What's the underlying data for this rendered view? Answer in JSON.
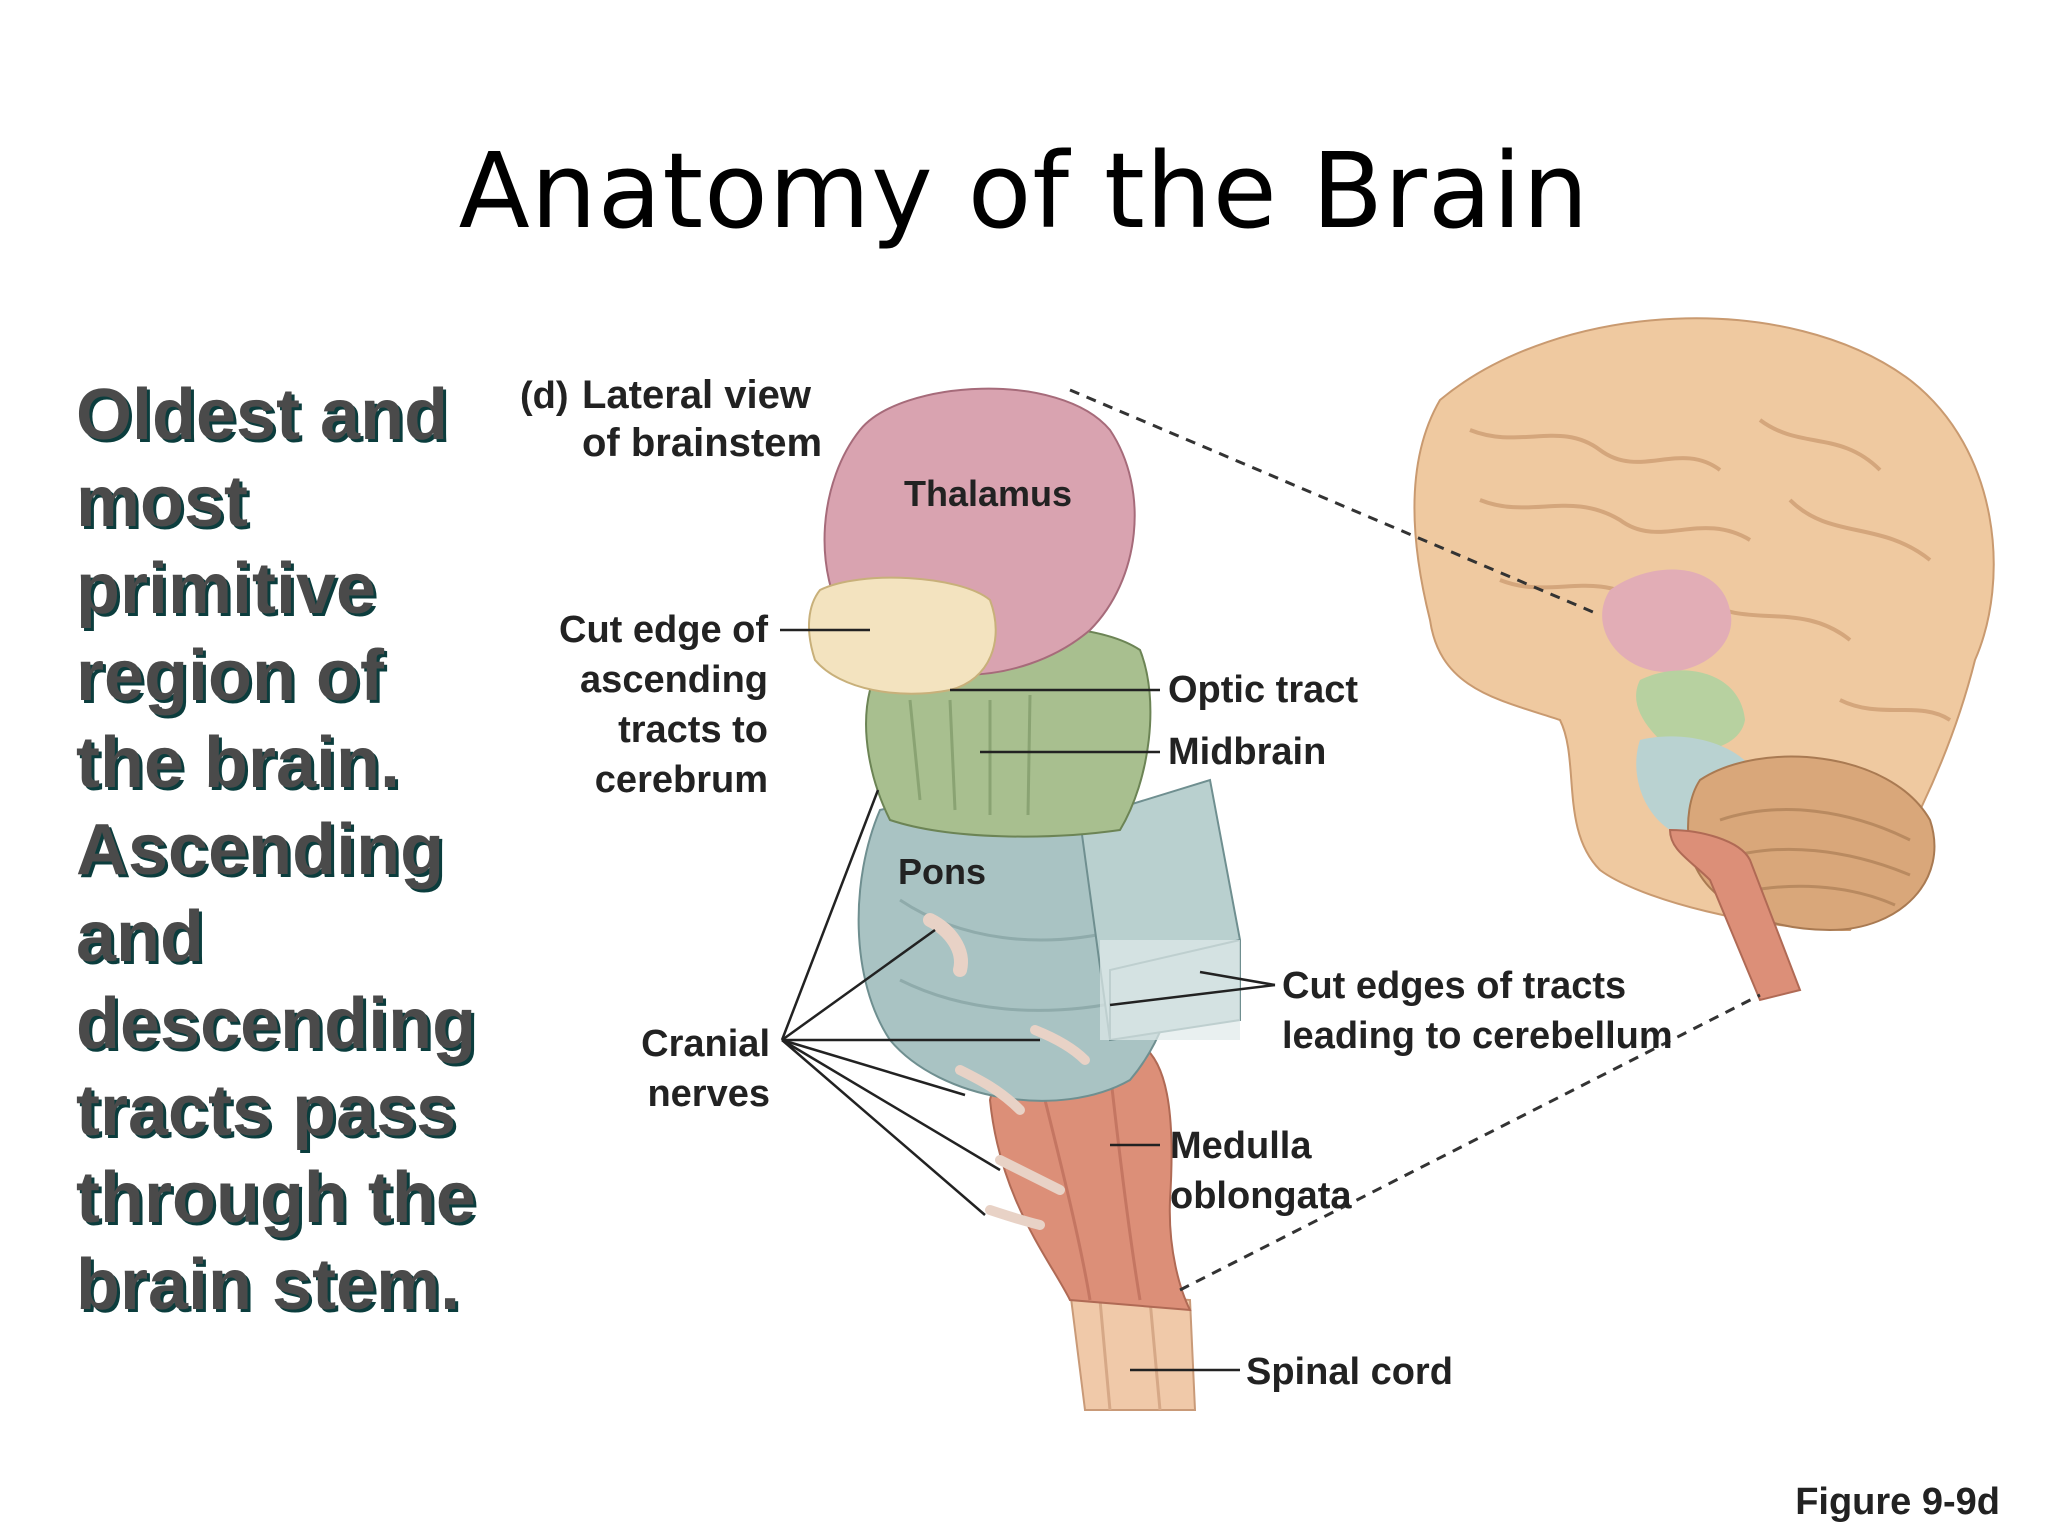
{
  "slide": {
    "title": "Anatomy of the Brain",
    "bullet_lines": [
      "Oldest and",
      "most",
      "primitive",
      "region of",
      "the brain.",
      "Ascending",
      "and",
      "descending",
      "tracts pass",
      "through the",
      "brain stem."
    ],
    "figure_ref": "Figure 9-9d"
  },
  "diagram": {
    "panel_letter": "(d)",
    "panel_title_lines": [
      "Lateral view",
      "of brainstem"
    ],
    "labels": {
      "thalamus": "Thalamus",
      "cut_edge_lines": [
        "Cut edge of",
        "ascending",
        "tracts to",
        "cerebrum"
      ],
      "optic_tract": "Optic tract",
      "midbrain": "Midbrain",
      "pons": "Pons",
      "cut_edges_cerebellum_lines": [
        "Cut edges of tracts",
        "leading to cerebellum"
      ],
      "cranial_nerves_lines": [
        "Cranial",
        "nerves"
      ],
      "medulla_lines": [
        "Medulla",
        "oblongata"
      ],
      "spinal_cord": "Spinal cord"
    },
    "colors": {
      "thalamus": "#d9a3b0",
      "midbrain": "#a8bf8f",
      "pons": "#a9c3c3",
      "medulla": "#dc8f78",
      "spinal_cord": "#f0c9a9",
      "cerebrum": "#efc9a0",
      "cerebellum": "#d9a77a"
    }
  }
}
